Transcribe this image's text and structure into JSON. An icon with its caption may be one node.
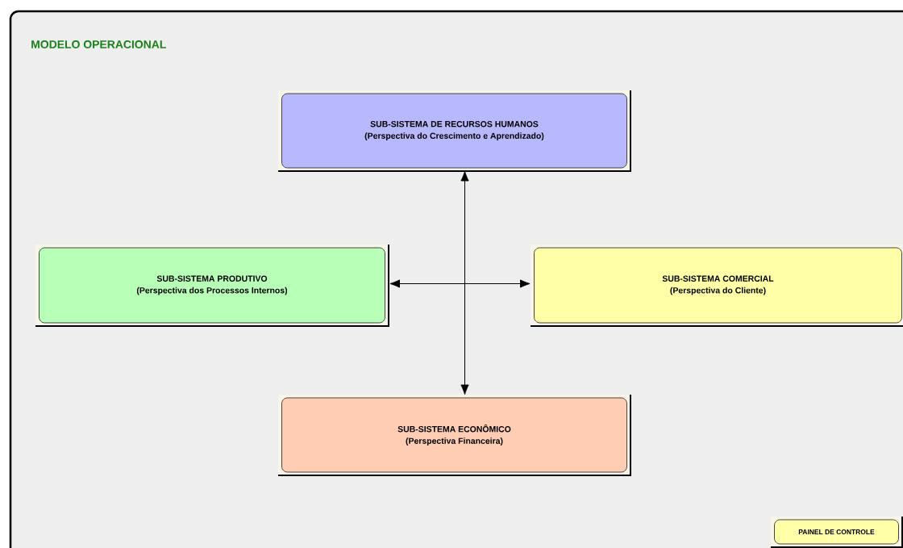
{
  "diagram": {
    "title": "MODELO OPERACIONAL",
    "nodes": [
      {
        "text": [
          "SUB-SISTEMA DE RECURSOS HUMANOS",
          "(Perspectiva do Crescimento e Aprendizado)"
        ]
      },
      {
        "text": [
          "SUB-SISTEMA PRODUTIVO",
          "(Perspectiva dos Processos Internos)"
        ]
      },
      {
        "text": [
          "SUB-SISTEMA COMERCIAL",
          "(Perspectiva do Cliente)"
        ]
      },
      {
        "text": [
          "SUB-SISTEMA ECONÔMICO",
          "(Perspectiva Financeira)"
        ]
      },
      {
        "text": [
          "PAINEL DE CONTROLE"
        ]
      }
    ],
    "edges": [
      {
        "from": 0,
        "to": 3,
        "arrow": "both"
      },
      {
        "from": 1,
        "to": 2,
        "arrow": "both"
      }
    ]
  }
}
